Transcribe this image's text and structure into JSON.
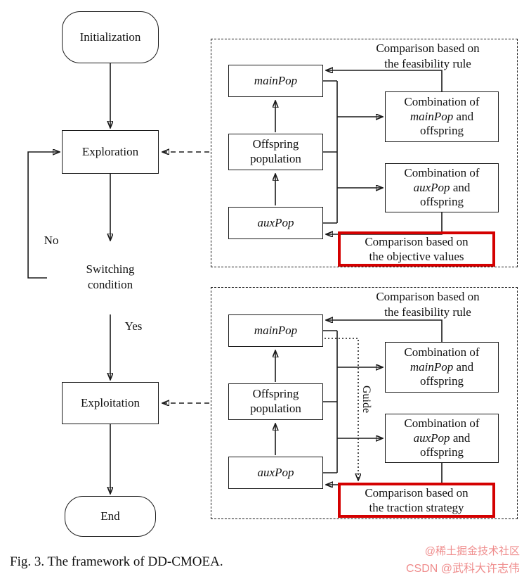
{
  "colors": {
    "line": "#1a1a1a",
    "highlight_border": "#d40000",
    "watermark": "#ef8c8c",
    "background": "#ffffff"
  },
  "flowchart": {
    "initialization": "Initialization",
    "exploration": "Exploration",
    "switching": {
      "line1": "Switching",
      "line2": "condition"
    },
    "no_label": "No",
    "yes_label": "Yes",
    "exploitation": "Exploitation",
    "end": "End"
  },
  "exploration_panel": {
    "feasibility": {
      "line1": "Comparison based on",
      "line2": "the feasibility rule"
    },
    "main_pop": "mainPop",
    "offspring": {
      "line1": "Offspring",
      "line2": "population"
    },
    "aux_pop": "auxPop",
    "comb_main": {
      "line1": "Combination of",
      "pop": "mainPop",
      "and_word": "and",
      "line3": "offspring"
    },
    "comb_aux": {
      "line1": "Combination of",
      "pop": "auxPop",
      "and_word": "and",
      "line3": "offspring"
    },
    "highlight": {
      "line1": "Comparison based on",
      "line2": "the objective values"
    }
  },
  "exploitation_panel": {
    "feasibility": {
      "line1": "Comparison based on",
      "line2": "the feasibility rule"
    },
    "main_pop": "mainPop",
    "offspring": {
      "line1": "Offspring",
      "line2": "population"
    },
    "aux_pop": "auxPop",
    "comb_main": {
      "line1": "Combination of",
      "pop": "mainPop",
      "and_word": "and",
      "line3": "offspring"
    },
    "comb_aux": {
      "line1": "Combination of",
      "pop": "auxPop",
      "and_word": "and",
      "line3": "offspring"
    },
    "guide_label": "Guide",
    "highlight": {
      "line1": "Comparison based on",
      "line2": "the traction strategy"
    }
  },
  "caption": "Fig. 3.   The framework of DD-CMOEA.",
  "watermark": {
    "line1": "@稀土掘金技术社区",
    "line2": "CSDN @武科大许志伟"
  }
}
